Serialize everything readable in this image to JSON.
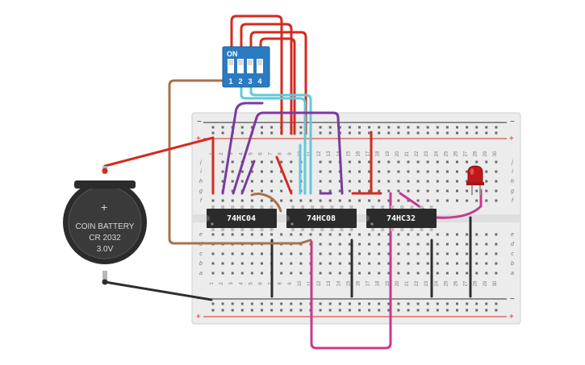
{
  "breadboard": {
    "rail_plus": "+",
    "rail_minus": "−",
    "column_numbers": [
      "1",
      "2",
      "3",
      "4",
      "5",
      "6",
      "7",
      "8",
      "9",
      "10",
      "11",
      "12",
      "13",
      "14",
      "15",
      "16",
      "17",
      "18",
      "19",
      "20",
      "21",
      "22",
      "23",
      "24",
      "25",
      "26",
      "27",
      "28",
      "29",
      "30"
    ],
    "upper_rows": [
      "j",
      "i",
      "h",
      "g",
      "f"
    ],
    "lower_rows": [
      "e",
      "d",
      "c",
      "b",
      "a"
    ]
  },
  "chips": [
    {
      "label": "74HC04"
    },
    {
      "label": "74HC08"
    },
    {
      "label": "74HC32"
    }
  ],
  "dip_switch": {
    "on_label": "ON",
    "switch_numbers": [
      "1",
      "2",
      "3",
      "4"
    ]
  },
  "battery": {
    "plus": "+",
    "line1": "COIN BATTERY",
    "line2": "CR 2032",
    "line3": "3.0V"
  },
  "led": {
    "color": "#c0161c"
  },
  "colors": {
    "red_wire": "#d42a20",
    "purple_wire": "#7b3aa0",
    "cyan_wire": "#62c8d8",
    "brown_wire": "#a8724a",
    "magenta_wire": "#c8388c",
    "black_wire": "#2e2e2e",
    "dip_body": "#2b7bc1",
    "chip_body": "#2b2b2b",
    "board": "#ececec"
  }
}
